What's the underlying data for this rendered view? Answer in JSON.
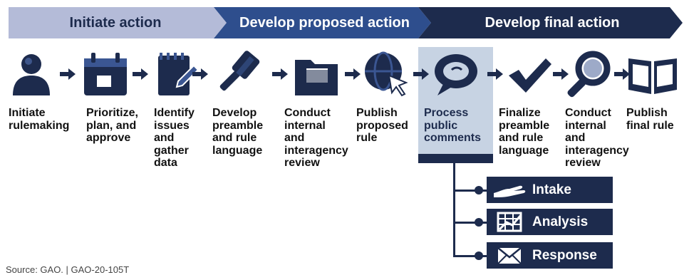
{
  "phases": [
    {
      "label": "Initiate action",
      "color": "#b4bbd8",
      "text_color": "#1d2b4d"
    },
    {
      "label": "Develop proposed action",
      "color": "#2e4e8d",
      "text_color": "#ffffff"
    },
    {
      "label": "Develop final action",
      "color": "#1d2b4d",
      "text_color": "#ffffff"
    }
  ],
  "steps": [
    {
      "label": "Initiate\nrulemaking",
      "icon": "person-icon"
    },
    {
      "label": "Prioritize,\nplan, and\napprove",
      "icon": "calendar-icon"
    },
    {
      "label": "Identify\nissues\nand\ngather\ndata",
      "icon": "notebook-icon"
    },
    {
      "label": "Develop\npreamble\nand rule\nlanguage",
      "icon": "gavel-icon"
    },
    {
      "label": "Conduct\ninternal\nand\ninteragency\nreview",
      "icon": "folder-icon"
    },
    {
      "label": "Publish\nproposed\nrule",
      "icon": "globe-cursor-icon"
    },
    {
      "label": "Process\npublic\ncomments",
      "icon": "speech-bubble-icon"
    },
    {
      "label": "Finalize\npreamble\nand rule\nlanguage",
      "icon": "checkmark-icon"
    },
    {
      "label": "Conduct\ninternal\nand\ninteragency\nreview",
      "icon": "magnifier-icon"
    },
    {
      "label": "Publish\nfinal rule",
      "icon": "open-book-icon"
    }
  ],
  "substeps": [
    {
      "label": "Intake",
      "icon": "hand-icon"
    },
    {
      "label": "Analysis",
      "icon": "grid-icon"
    },
    {
      "label": "Response",
      "icon": "envelope-icon"
    }
  ],
  "source": "Source: GAO. | GAO-20-105T"
}
